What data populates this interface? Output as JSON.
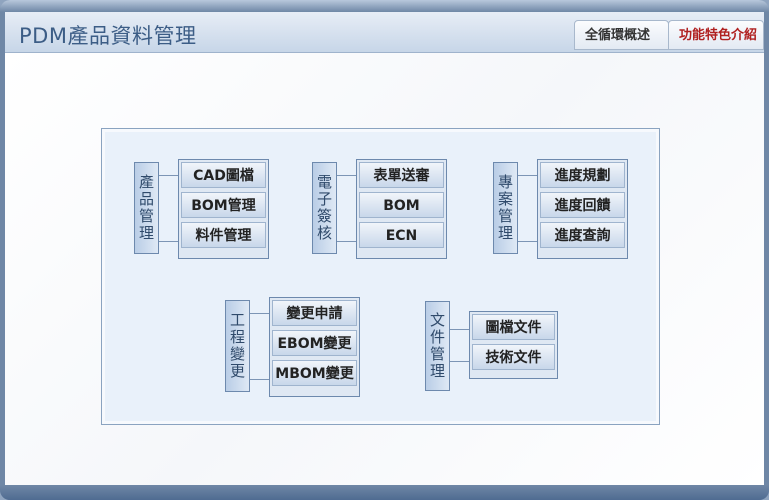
{
  "header": {
    "title": "PDM產品資料管理",
    "tabs": [
      {
        "label": "全循環概述",
        "active": false
      },
      {
        "label": "功能特色介紹",
        "active": true
      }
    ]
  },
  "groups": [
    {
      "category": "產品管理",
      "items": [
        "CAD圖檔",
        "BOM管理",
        "料件管理"
      ]
    },
    {
      "category": "電子簽核",
      "items": [
        "表單送審",
        "BOM",
        "ECN"
      ]
    },
    {
      "category": "專案管理",
      "items": [
        "進度規劃",
        "進度回饋",
        "進度查詢"
      ]
    },
    {
      "category": "工程變更",
      "items": [
        "變更申請",
        "EBOM變更",
        "MBOM變更"
      ]
    },
    {
      "category": "文件管理",
      "items": [
        "圖檔文件",
        "技術文件"
      ]
    }
  ],
  "colors": {
    "accent": "#3c5d86",
    "active_tab_text": "#b02020",
    "frame": "#6f87a6"
  }
}
